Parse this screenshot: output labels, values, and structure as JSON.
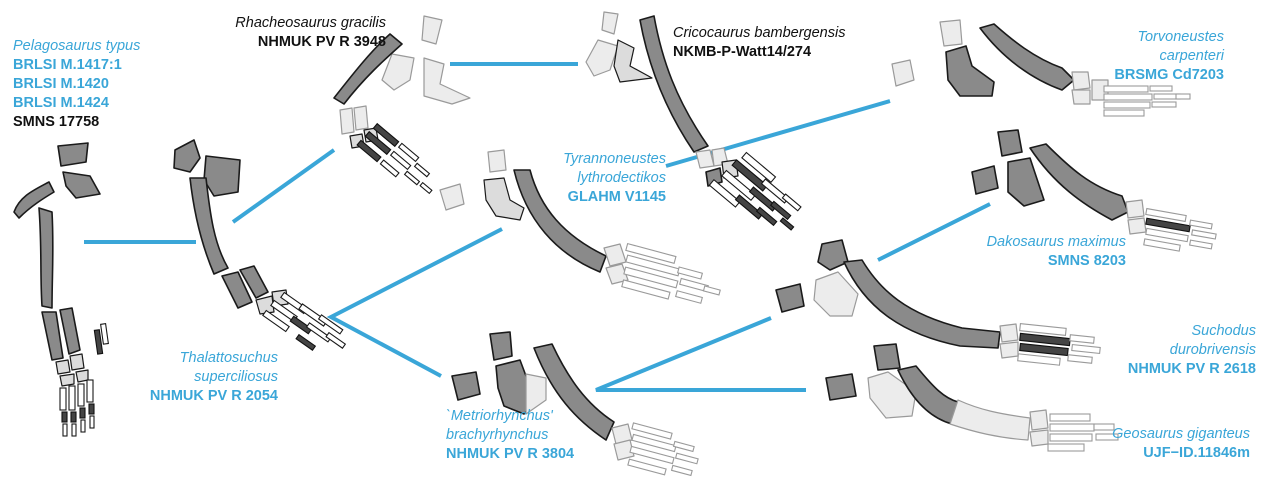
{
  "taxa": [
    {
      "id": "pelagosaurus",
      "name": "Pelagosaurus typus",
      "name_color": "#3aa6d8",
      "specimens": [
        {
          "text": "BRLSI M.1417:1",
          "color": "#3aa6d8"
        },
        {
          "text": "BRLSI M.1420",
          "color": "#3aa6d8"
        },
        {
          "text": "BRLSI M.1424",
          "color": "#3aa6d8"
        },
        {
          "text": "SMNS 17758",
          "color": "#111111"
        }
      ]
    },
    {
      "id": "rhacheosaurus",
      "name": "Rhacheosaurus gracilis",
      "name_color": "#111111",
      "specimens": [
        {
          "text": "NHMUK PV R 3948",
          "color": "#111111"
        }
      ]
    },
    {
      "id": "cricosaurus",
      "name": "Cricocaurus bambergensis",
      "name_color": "#111111",
      "specimens": [
        {
          "text": "NKMB-P-Watt14/274",
          "color": "#111111"
        }
      ]
    },
    {
      "id": "torvoneustes",
      "name_lines": [
        "Torvoneustes",
        "carpenteri"
      ],
      "name_color": "#3aa6d8",
      "specimens": [
        {
          "text": "BRSMG Cd7203",
          "color": "#3aa6d8"
        }
      ]
    },
    {
      "id": "tyrannoneustes",
      "name_lines": [
        "Tyrannoneustes",
        "lythrodectikos"
      ],
      "name_color": "#3aa6d8",
      "specimens": [
        {
          "text": "GLAHM V1145",
          "color": "#3aa6d8"
        }
      ]
    },
    {
      "id": "thalattosuchus",
      "name_lines": [
        "Thalattosuchus",
        "superciliosus"
      ],
      "name_color": "#3aa6d8",
      "specimens": [
        {
          "text": "NHMUK PV R 2054",
          "color": "#3aa6d8"
        }
      ]
    },
    {
      "id": "dakosaurus",
      "name": "Dakosaurus maximus",
      "name_color": "#3aa6d8",
      "specimens": [
        {
          "text": "SMNS 8203",
          "color": "#3aa6d8"
        }
      ]
    },
    {
      "id": "suchodus",
      "name_lines": [
        "Suchodus",
        "durobrivensis"
      ],
      "name_color": "#3aa6d8",
      "specimens": [
        {
          "text": "NHMUK PV R 2618",
          "color": "#3aa6d8"
        }
      ]
    },
    {
      "id": "metriorhynchus",
      "name_lines": [
        "`Metriorhynchus'",
        "brachyrhynchus"
      ],
      "name_color": "#3aa6d8",
      "specimens": [
        {
          "text": "NHMUK PV R 3804",
          "color": "#3aa6d8"
        }
      ]
    },
    {
      "id": "geosaurus",
      "name": "Geosaurus giganteus",
      "name_color": "#3aa6d8",
      "specimens": [
        {
          "text": "UJF−ID.11846m",
          "color": "#3aa6d8"
        }
      ]
    }
  ],
  "colors": {
    "connector": "#3aa6d8",
    "bone_dark": "#8a8a8a",
    "bone_light": "#dcdcdc",
    "outline": "#1a1a1a"
  }
}
